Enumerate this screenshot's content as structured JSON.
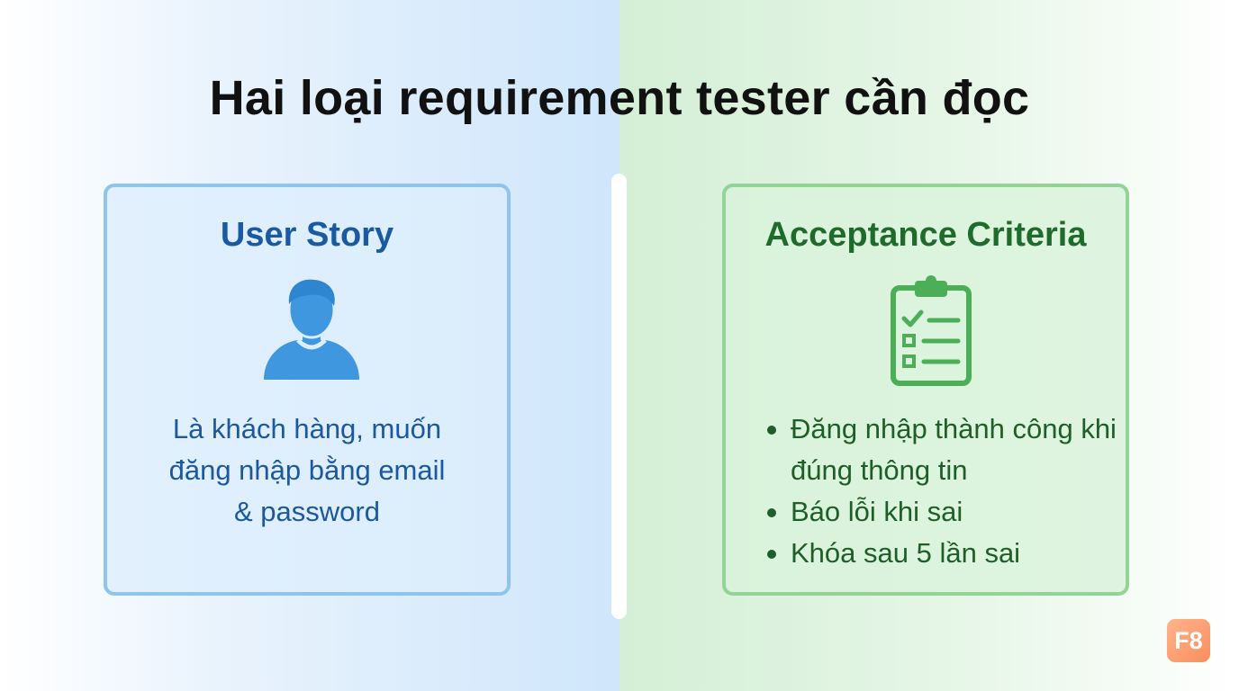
{
  "title": "Hai loại requirement tester cần đọc",
  "user_story": {
    "heading": "User Story",
    "icon": "user-icon",
    "text": "Là khách hàng, muốn đăng nhập bằng email & password"
  },
  "acceptance_criteria": {
    "heading": "Acceptance Criteria",
    "icon": "clipboard-checklist-icon",
    "items": [
      "Đăng nhập thành công khi đúng thông tin",
      "Báo lỗi khi sai",
      "Khóa sau 5 lần sai"
    ]
  },
  "badge": "F8",
  "colors": {
    "user_story_accent": "#1a5aa3",
    "acceptance_accent": "#1e6b2c",
    "badge": "#fb8d5e"
  }
}
